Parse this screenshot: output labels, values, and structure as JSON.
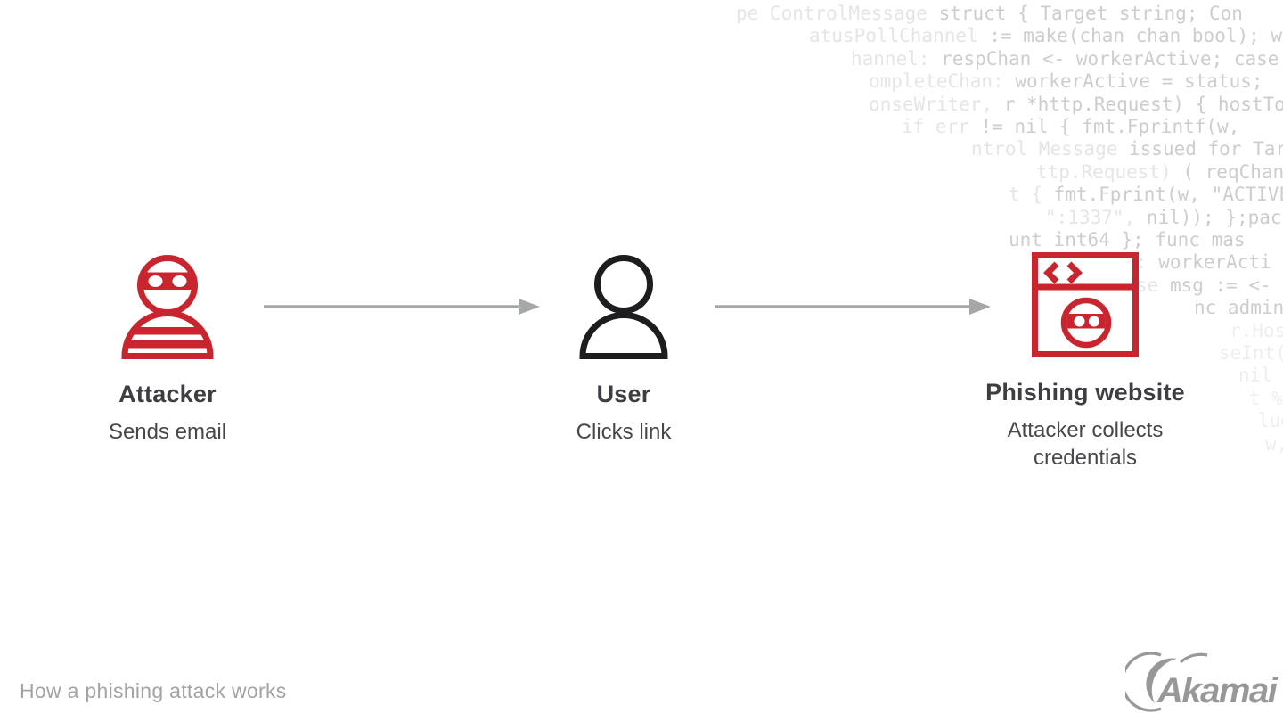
{
  "caption": "How a phishing attack works",
  "brand": {
    "logo_text": "Akamai"
  },
  "flow": {
    "steps": [
      {
        "title": "Attacker",
        "subtitle": "Sends email",
        "icon": "attacker-masked-person-icon"
      },
      {
        "title": "User",
        "subtitle": "Clicks link",
        "icon": "user-person-icon"
      },
      {
        "title": "Phishing website",
        "subtitle": "Attacker collects credentials",
        "icon": "phishing-browser-window-icon"
      }
    ],
    "connectors": [
      "arrow-right",
      "arrow-right"
    ]
  },
  "background_code": {
    "description": "faded Go source code fragments",
    "lines": [
      {
        "dim": "pe ControlMessage ",
        "main": "struct { Target string; Con"
      },
      {
        "dim": "atusPollChannel ",
        "main": ":= make(chan chan bool); w"
      },
      {
        "dim": "hannel: ",
        "main": "respChan <- workerActive; case"
      },
      {
        "dim": "ompleteChan: ",
        "main": "workerActive = status;"
      },
      {
        "dim": "onseWriter, ",
        "main": "r *http.Request) { hostTok"
      },
      {
        "dim": "if err ",
        "main": "!= nil { fmt.Fprintf(w,"
      },
      {
        "dim": "ntrol Message ",
        "main": "issued for Tar"
      },
      {
        "dim": "ttp.Request) ",
        "main": "( reqChan"
      },
      {
        "dim": "t { ",
        "main": "fmt.Fprint(w, \"ACTIVE\""
      },
      {
        "dim": "\":1337\", ",
        "main": "nil)); };pac"
      },
      {
        "dim": "",
        "main": "unt int64 }; func mas"
      },
      {
        "dim": "nel: ",
        "main": "workerActi"
      },
      {
        "dim": "se ",
        "main": "msg := <-"
      },
      {
        "dim": "",
        "main": "nc admin("
      },
      {
        "dim": "",
        "main": "r.Host"
      },
      {
        "dim": "",
        "main": "seInt(r."
      },
      {
        "dim": "",
        "main": "nil {"
      },
      {
        "dim": "",
        "main": "t %s"
      },
      {
        "dim": "",
        "main": "lue"
      },
      {
        "dim": "",
        "main": "w,"
      }
    ]
  },
  "colors": {
    "accent_red": "#c9252e",
    "icon_black": "#1d1d1f",
    "title_text": "#3d3e42",
    "subtitle_text": "#47484c",
    "caption_text": "#a2a3a7",
    "arrow_gray": "#a6a7a9",
    "code_text": "#cbcdd1",
    "logo_gray": "#98989b",
    "background": "#ffffff"
  }
}
